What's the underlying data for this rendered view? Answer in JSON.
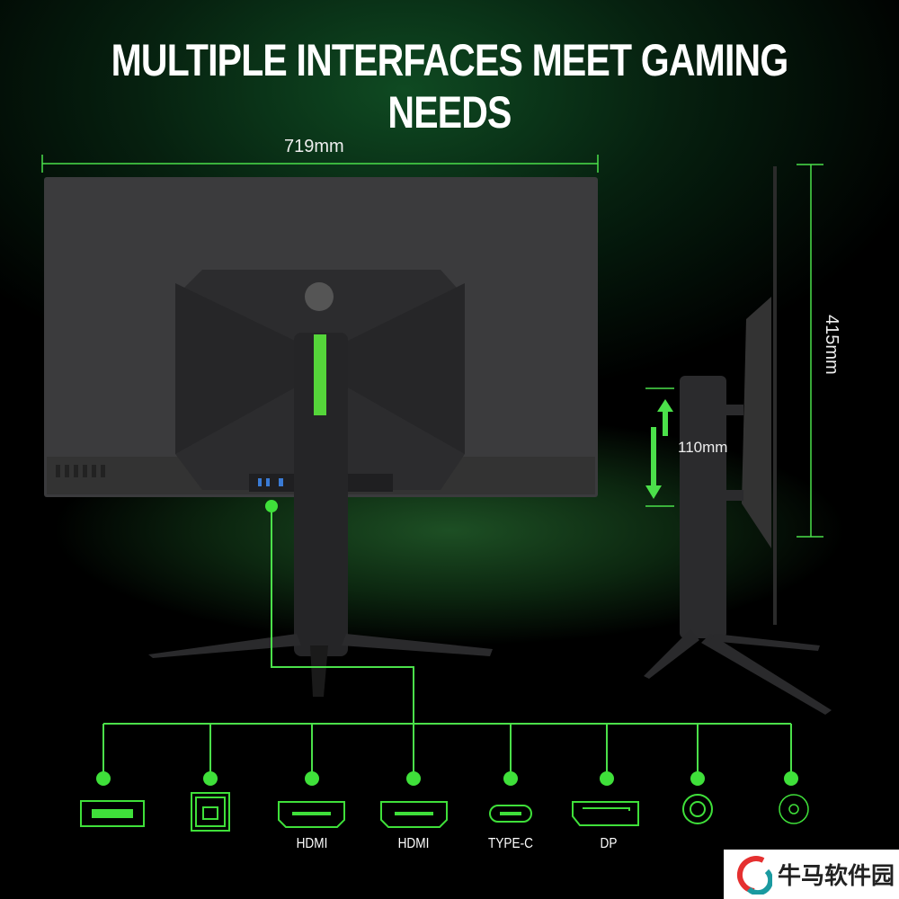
{
  "title": "MULTIPLE INTERFACES MEET GAMING NEEDS",
  "dimensions": {
    "width": "719mm",
    "height": "415mm",
    "height_adjust": "110mm"
  },
  "ports": [
    {
      "icon": "usb-a-icon",
      "label": ""
    },
    {
      "icon": "usb-b-icon",
      "label": ""
    },
    {
      "icon": "hdmi-icon",
      "label": "HDMI"
    },
    {
      "icon": "hdmi-icon",
      "label": "HDMI"
    },
    {
      "icon": "usb-c-icon",
      "label": "TYPE-C"
    },
    {
      "icon": "displayport-icon",
      "label": "DP"
    },
    {
      "icon": "audio-jack-icon",
      "label": ""
    },
    {
      "icon": "dc-power-icon",
      "label": ""
    }
  ],
  "watermark": "牛马软件园",
  "accent": "#3fe03a"
}
